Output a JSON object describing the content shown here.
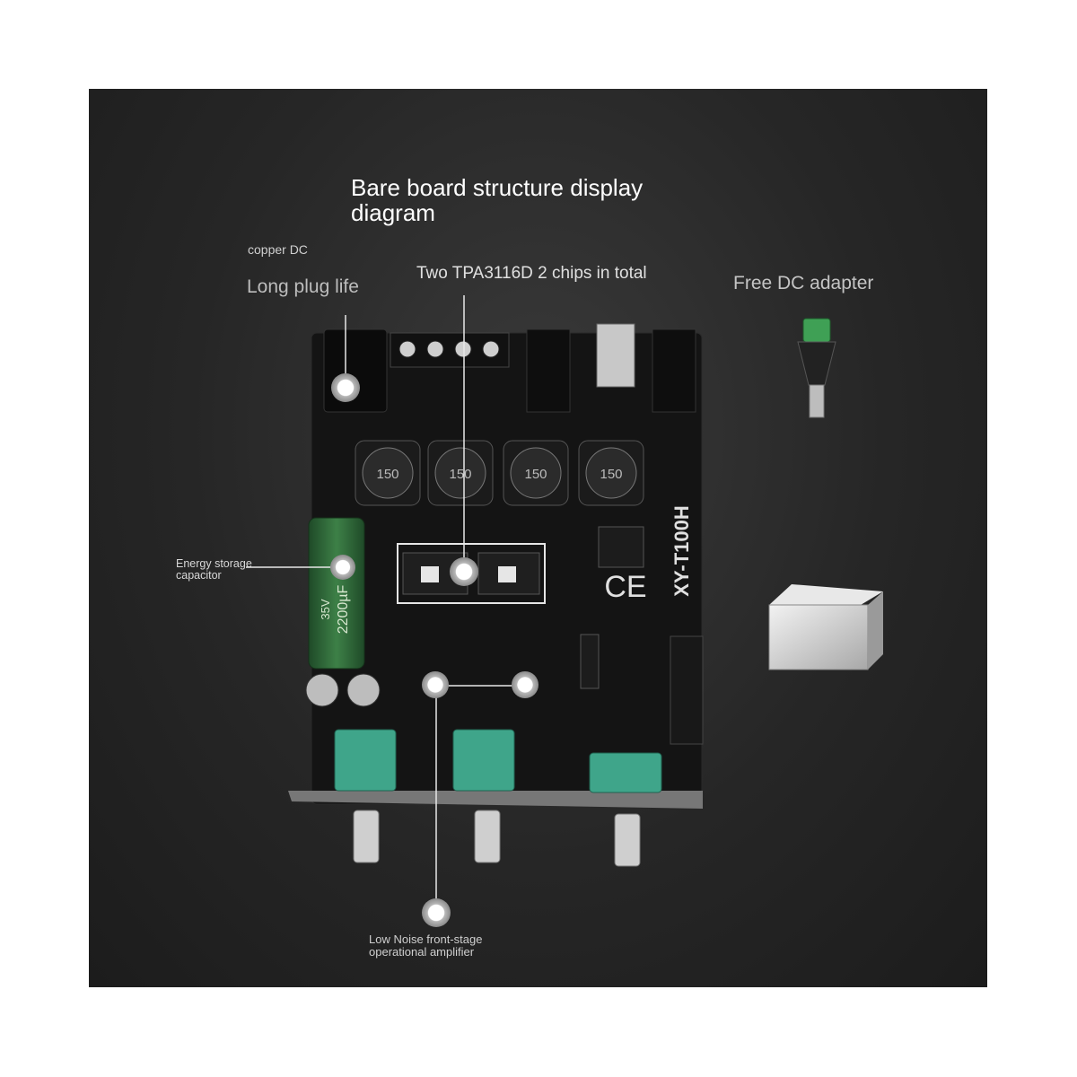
{
  "diagram": {
    "title": "Bare board structure display diagram",
    "labels": {
      "copper_dc": "copper DC",
      "long_plug_life": "Long plug life",
      "chips": "Two TPA3116D 2 chips in total",
      "free_dc_adapter": "Free DC adapter",
      "energy_storage": "Energy storage capacitor",
      "low_noise": "Low Noise front-stage operational amplifier"
    },
    "board": {
      "model": "XY-T100H",
      "inductor_marking": "150",
      "capacitor_marking": "2200µF",
      "capacitor_voltage": "35V",
      "ce_mark": "CE"
    },
    "colors": {
      "background": "#262626",
      "pcb": "#141414",
      "capacitor": "#2f6b3a",
      "potentiometer": "#3fa58a",
      "callout": "#e8e8e8"
    }
  }
}
